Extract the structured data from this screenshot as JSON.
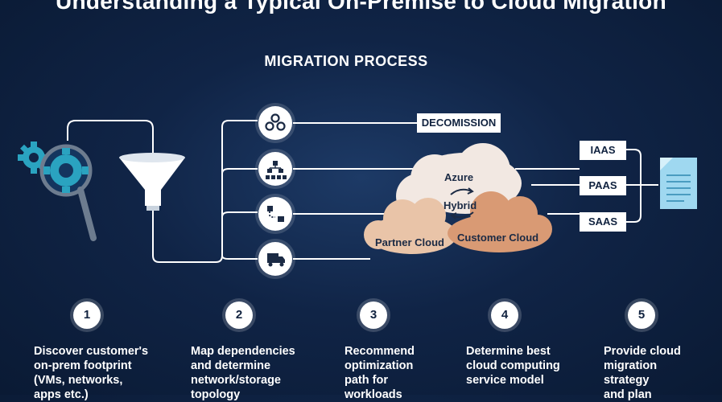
{
  "title": "Understanding a Typical On-Premise to Cloud Migration",
  "subtitle": "MIGRATION PROCESS",
  "decommission": "DECOMISSION",
  "clouds": {
    "azure": "Azure",
    "hybrid": "Hybrid",
    "partner": "Partner Cloud",
    "customer": "Customer Cloud"
  },
  "service_models": [
    "IAAS",
    "PAAS",
    "SAAS"
  ],
  "steps": [
    {
      "num": "1",
      "text": "Discover customer's\non-prem footprint\n(VMs, networks,\napps etc.)"
    },
    {
      "num": "2",
      "text": "Map  dependencies\nand determine\nnetwork/storage\ntopology"
    },
    {
      "num": "3",
      "text": "Recommend\noptimization\npath for\nworkloads"
    },
    {
      "num": "4",
      "text": "Determine best\ncloud computing\nservice model"
    },
    {
      "num": "5",
      "text": "Provide cloud\nmigration\nstrategy\nand plan"
    }
  ],
  "colors": {
    "background": "#102446",
    "cloud_light": "#f2e8e2",
    "cloud_mid": "#e9c4a8",
    "cloud_dark": "#d99a74",
    "accent_teal": "#2aa3c0",
    "document_blue": "#9fd8f0"
  }
}
